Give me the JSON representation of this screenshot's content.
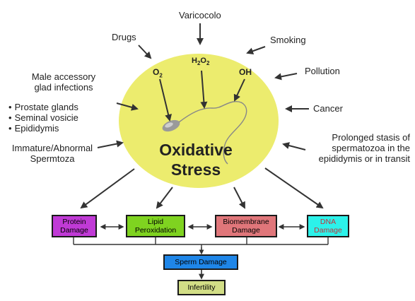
{
  "factors": {
    "varicocolo": "Varicocolo",
    "drugs": "Drugs",
    "smoking": "Smoking",
    "pollution": "Pollution",
    "male_accessory": [
      "Male accessory",
      "glad infections"
    ],
    "glands": [
      "Prostate glands",
      "Seminal vosicie",
      "Epididymis"
    ],
    "cancer": "Cancer",
    "immature": [
      "Immature/Abnormal",
      "Spermtoza"
    ],
    "prolonged": [
      "Prolonged stasis of",
      "spermatozoa in the",
      "epididymis or in transit"
    ]
  },
  "center": {
    "title_line1": "Oxidative",
    "title_line2": "Stress",
    "o2": "O",
    "o2_sub": "2",
    "h2o2_a": "H",
    "h2o2_sub1": "2",
    "h2o2_b": "O",
    "h2o2_sub2": "2",
    "oh": "OH"
  },
  "damage": {
    "protein": [
      "Protein",
      "Damage"
    ],
    "lipid": [
      "Lipid",
      "Peroxidation"
    ],
    "biomembrane": [
      "Biomembrane",
      "Damage"
    ],
    "dna": [
      "DNA",
      "Damage"
    ],
    "sperm": "Sperm Damage",
    "infertility": "Infertility"
  },
  "colors": {
    "ellipse": "#ecec6e",
    "protein": "#c03ad6",
    "lipid": "#7fd320",
    "biomembrane": "#e0767a",
    "dna": "#2cf2ea",
    "sperm": "#1f86e8",
    "infertility": "#d2de86",
    "dna_text": "#c0333a"
  }
}
